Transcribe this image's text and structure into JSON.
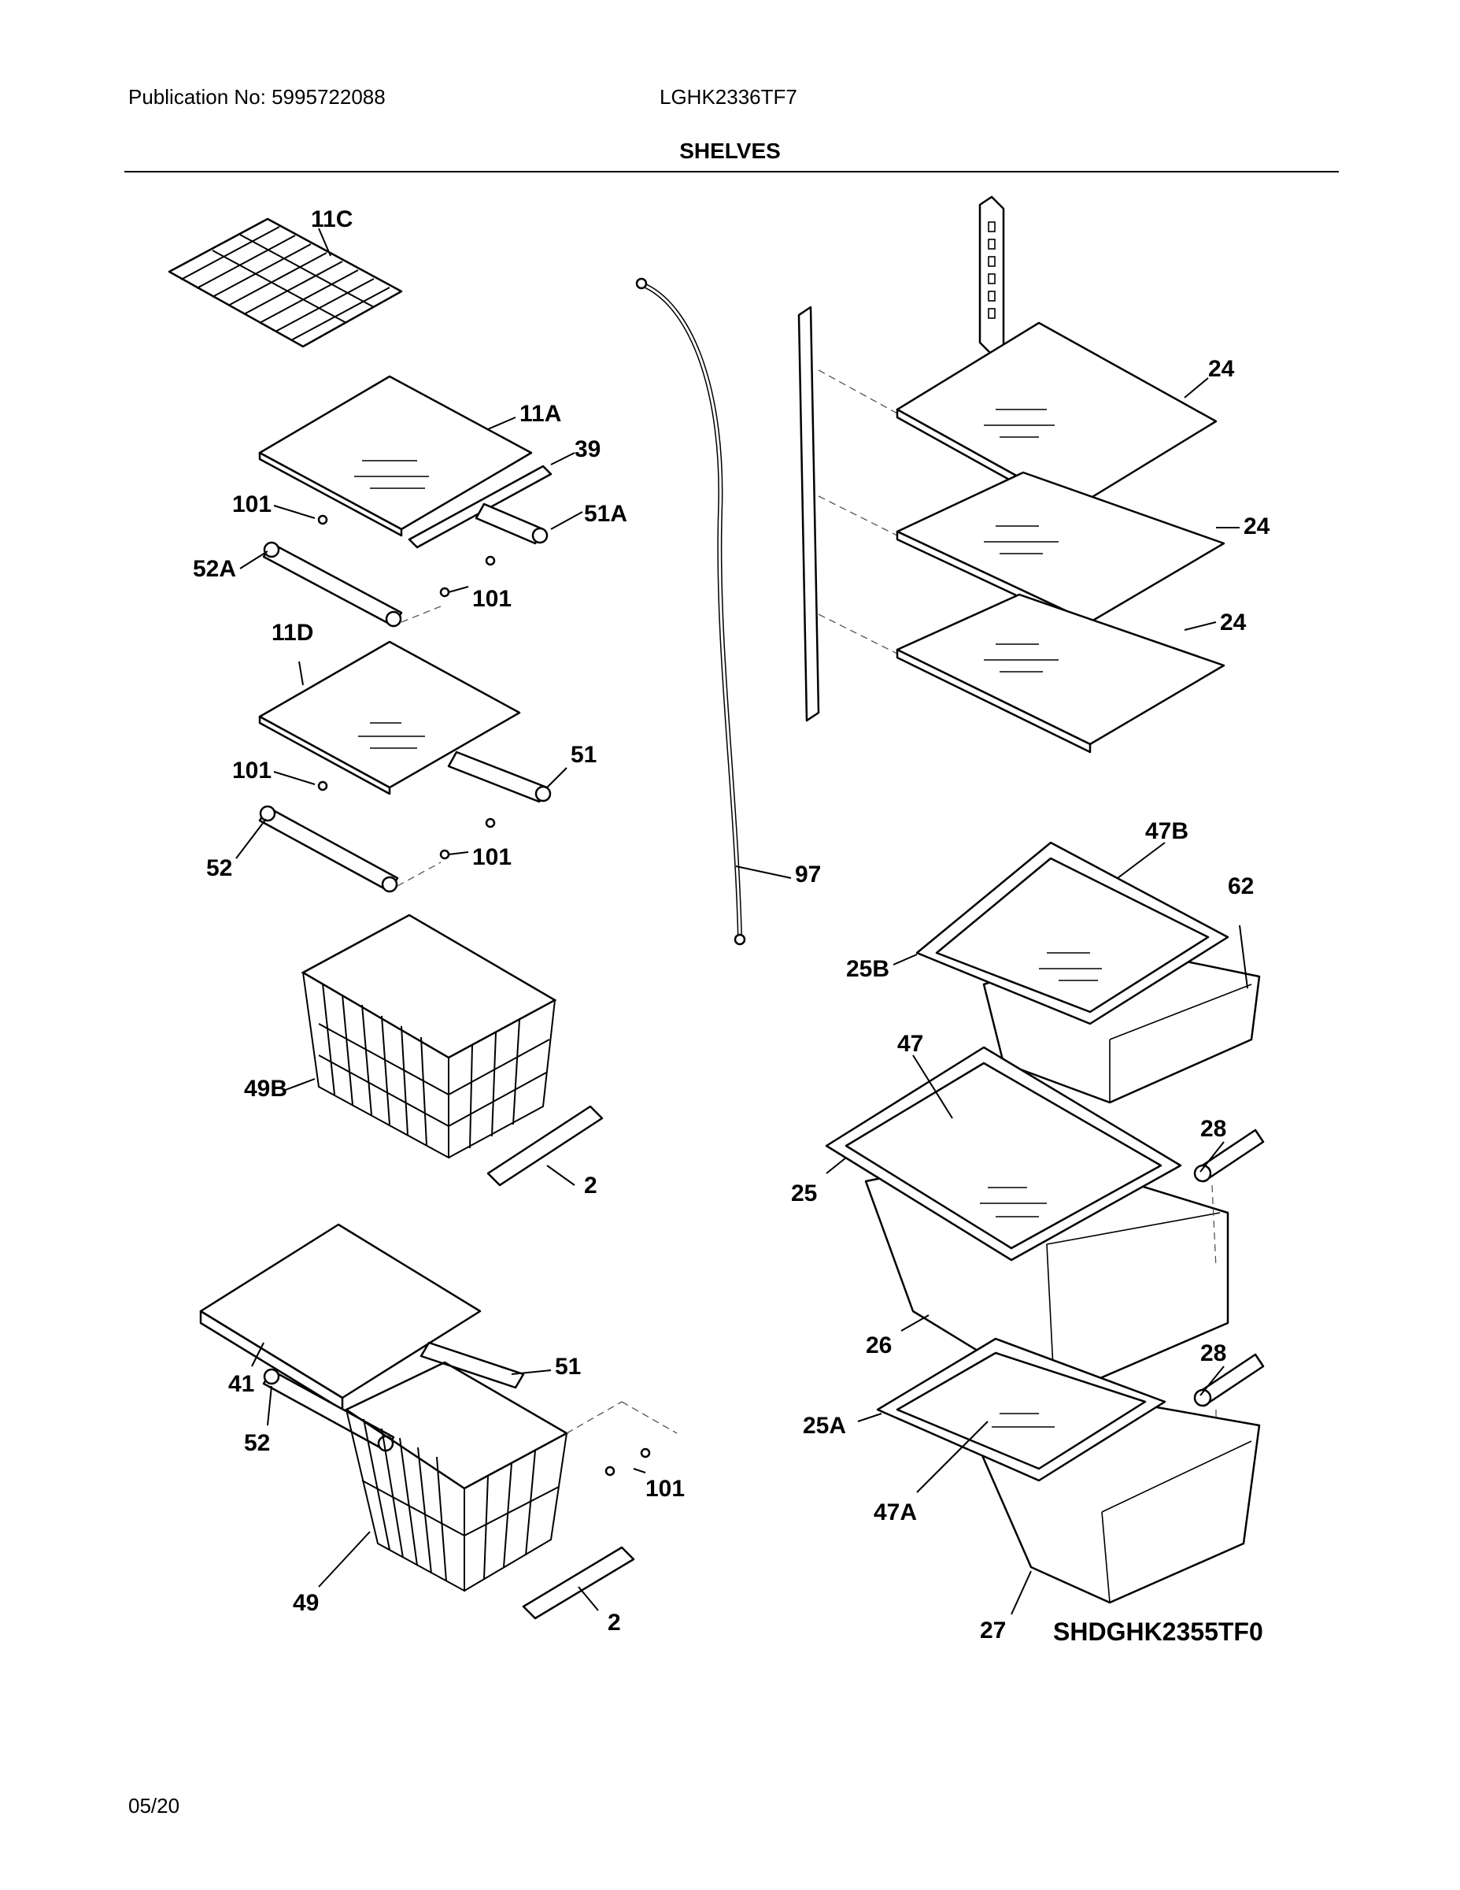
{
  "header": {
    "publication": "Publication No: 5995722088",
    "model": "LGHK2336TF7",
    "section_title": "SHELVES"
  },
  "footer": {
    "date": "05/20"
  },
  "diagram": {
    "code": "SHDGHK2355TF0",
    "labels": {
      "p11C": "11C",
      "p11A": "11A",
      "p39": "39",
      "p101a": "101",
      "p51A": "51A",
      "p52A": "52A",
      "p101b": "101",
      "p11D": "11D",
      "p101c": "101",
      "p51a": "51",
      "p52a": "52",
      "p101d": "101",
      "p49B": "49B",
      "p2a": "2",
      "p41": "41",
      "p51b": "51",
      "p52b": "52",
      "p101e": "101",
      "p49": "49",
      "p2b": "2",
      "p97": "97",
      "p24a": "24",
      "p24b": "24",
      "p24c": "24",
      "p47B": "47B",
      "p62": "62",
      "p25B": "25B",
      "p47": "47",
      "p28a": "28",
      "p25": "25",
      "p26": "26",
      "p28b": "28",
      "p25A": "25A",
      "p47A": "47A",
      "p27": "27"
    }
  }
}
